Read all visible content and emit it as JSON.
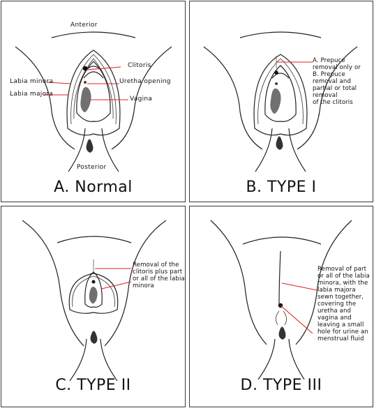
{
  "panels": {
    "normal": {
      "caption": "A. Normal",
      "labels": {
        "anterior": "Anterior",
        "posterior": "Posterior",
        "clitoris": "Clitoris",
        "labia_minora": "Labia minora",
        "labia_majora": "Labia majora",
        "uretha_opening": "Uretha opening",
        "vagina": "Vagina"
      }
    },
    "type1": {
      "caption": "B. TYPE I",
      "note": "A. Prepuce\nremoval only or\nB. Prepuce\nremoval and\npartial or total\nremoval\nof the clitoris"
    },
    "type2": {
      "caption": "C. TYPE II",
      "note": "Removal of the\nclitoris plus part\nor all of the labia\nminora"
    },
    "type3": {
      "caption": "D. TYPE III",
      "note": "Removal of part\nor all of the labia\nminora, with the\nlabia majora\nsewn together,\ncovering the\nuretha and\nvagina and\nleaving a small\nhole for urine an\nmenstrual fluid"
    }
  },
  "colors": {
    "pointer": "#e02020",
    "outline": "#222222",
    "fill": "#707070"
  }
}
